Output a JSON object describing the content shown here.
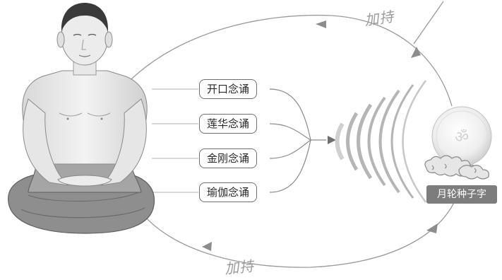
{
  "chant_methods": [
    {
      "label": "开口念诵"
    },
    {
      "label": "莲华念诵"
    },
    {
      "label": "金刚念诵"
    },
    {
      "label": "瑜伽念诵"
    }
  ],
  "blessing_top": "加持",
  "blessing_bottom": "加持",
  "moon_seed_label": "月轮种子字",
  "colors": {
    "line": "#8c8c8c",
    "badge": "#7d7d7d",
    "sound_wave": "#b5b5b5"
  },
  "icons": {
    "figure": "meditating-monk",
    "moon": "moon-disc-with-seed-syllable",
    "clouds": "auspicious-clouds",
    "waves": "sound-waves"
  }
}
